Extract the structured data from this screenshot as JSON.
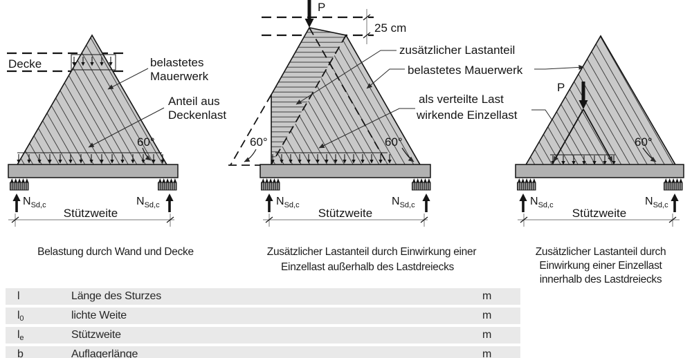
{
  "figures": {
    "common": {
      "n_main": "N",
      "n_sub": "Sd,c",
      "span_label": "Stützweite"
    },
    "left": {
      "decke_label": "Decke",
      "label_mauerwerk_1": "belastetes",
      "label_mauerwerk_2": "Mauerwerk",
      "label_anteil_1": "Anteil aus",
      "label_anteil_2": "Deckenlast",
      "angle": "60°",
      "caption": "Belastung durch Wand und Decke"
    },
    "middle": {
      "p_label": "P",
      "dim_label": "25 cm",
      "label_zusatz": "zusätzlicher Lastanteil",
      "label_mauerwerk": "belastetes Mauerwerk",
      "label_verteilte_1": "als verteilte Last",
      "label_verteilte_2": "wirkende Einzellast",
      "angle_left": "60°",
      "angle_right": "60°",
      "caption_1": "Zusätzlicher Lastanteil durch Einwirkung einer",
      "caption_2": "Einzellast außerhalb des Lastdreiecks"
    },
    "right": {
      "p_label": "P",
      "angle": "60°",
      "caption_1": "Zusätzlicher Lastanteil durch",
      "caption_2": "Einwirkung einer Einzellast",
      "caption_3": "innerhalb des Lastdreiecks"
    }
  },
  "table": {
    "rows": [
      {
        "symbol": "l",
        "sub": "",
        "label": "Länge des Sturzes",
        "unit": "m"
      },
      {
        "symbol": "l",
        "sub": "0",
        "label": "lichte Weite",
        "unit": "m"
      },
      {
        "symbol": "l",
        "sub": "e",
        "label": "Stützweite",
        "unit": "m"
      },
      {
        "symbol": "b",
        "sub": "",
        "label": "Auflagerlänge",
        "unit": "m"
      }
    ]
  },
  "colors": {
    "wall_fill": "#c9c9c9",
    "beam_fill": "#b1b1b1",
    "table_row_bg": "#e9e9e9"
  }
}
